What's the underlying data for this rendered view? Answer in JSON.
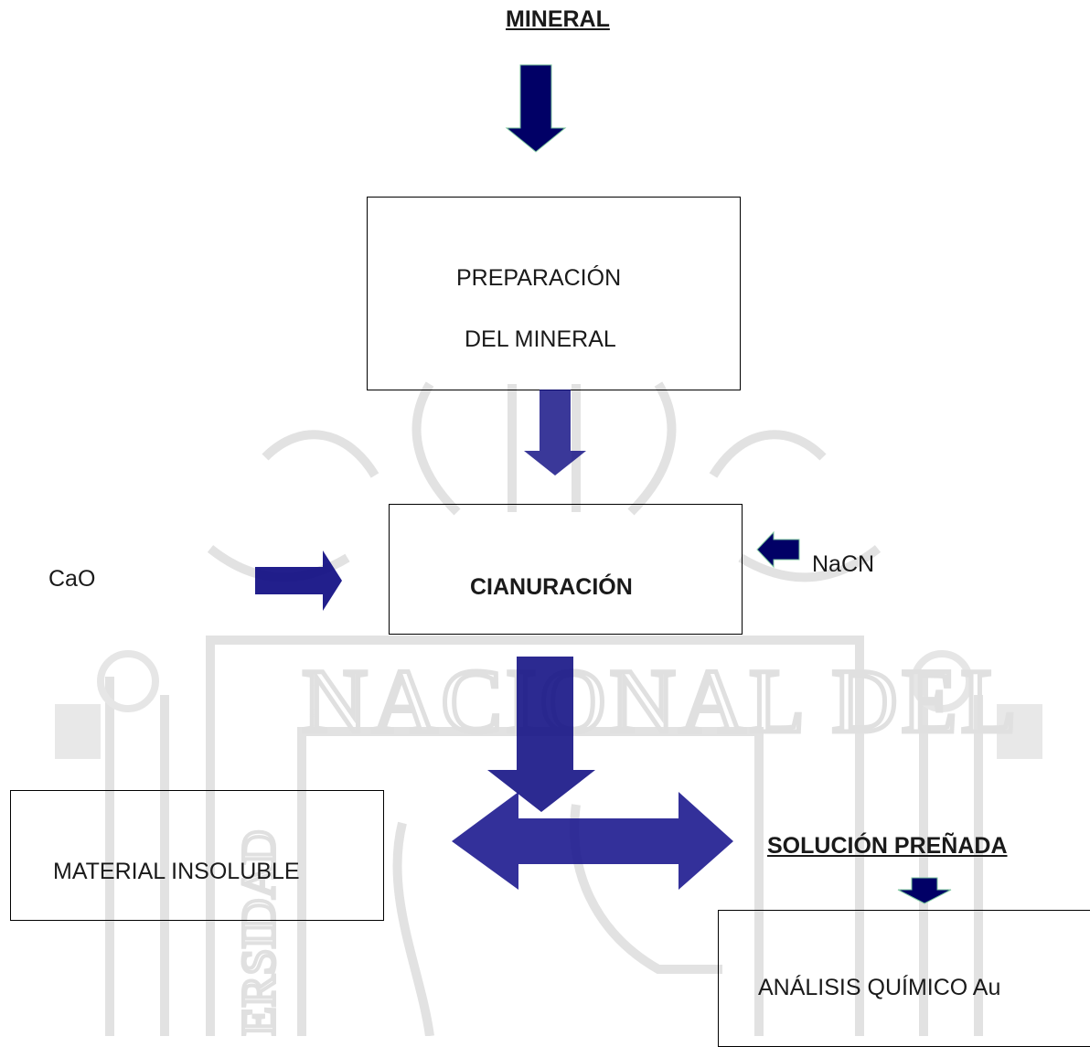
{
  "diagram": {
    "title": "MINERAL",
    "nodes": {
      "preparacion_line1": "PREPARACIÓN",
      "preparacion_line2": "DEL MINERAL",
      "cianuracion": "CIANURACIÓN",
      "cao": "CaO",
      "nacn": "NaCN",
      "material_insoluble": "MATERIAL INSOLUBLE",
      "solucion_prenada": "SOLUCIÓN PREÑADA",
      "analisis_quimico": "ANÁLISIS QUÍMICO Au"
    },
    "watermark_text": "NACIONAL DEL",
    "colors": {
      "arrow": "#010066",
      "arrow_translucent": "#1d1a8f",
      "watermark": "#e4e4e4",
      "box_border": "#000000"
    }
  }
}
